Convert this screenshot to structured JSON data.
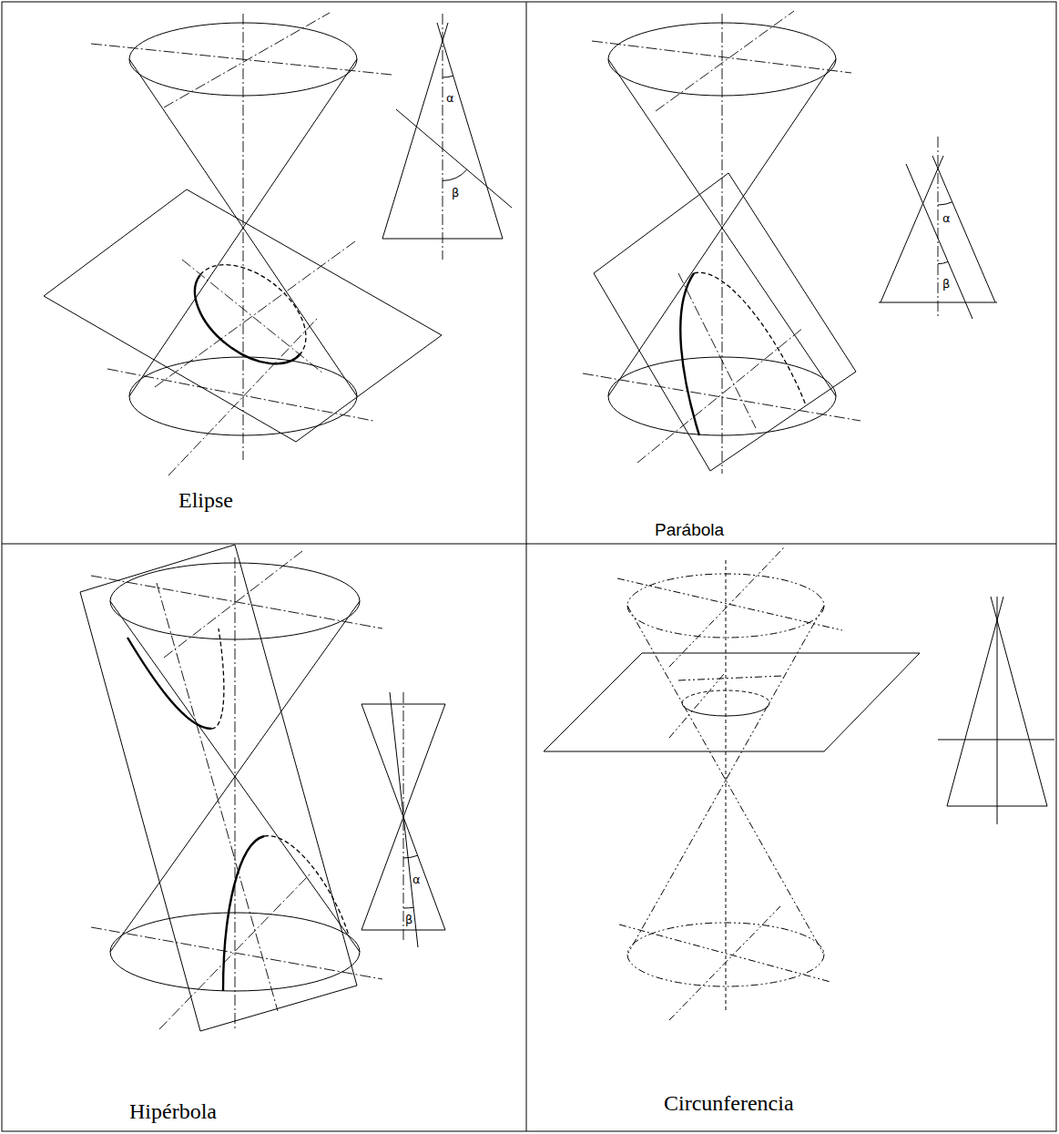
{
  "diagram": {
    "labels": [
      "Elipse",
      "α",
      "β",
      "Parábola",
      "α",
      "β",
      "Hipérbola",
      "α",
      "β",
      "Circunferencia"
    ]
  }
}
